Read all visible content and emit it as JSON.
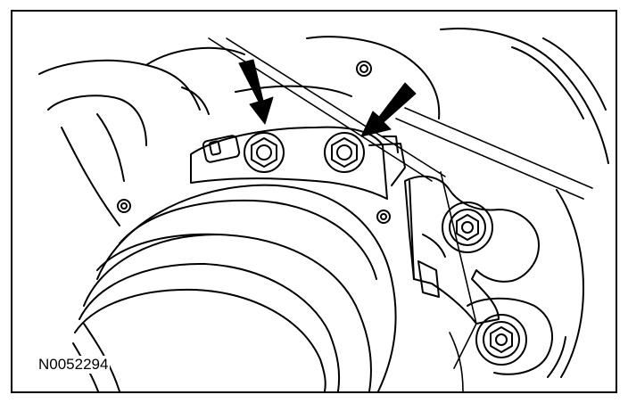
{
  "figure": {
    "code": "N0052294",
    "callouts": [
      {
        "name": "arrow-left",
        "target": "upper-left-bolt"
      },
      {
        "name": "arrow-right",
        "target": "upper-right-bolt"
      }
    ],
    "colors": {
      "line": "#000000",
      "background": "#ffffff"
    }
  }
}
